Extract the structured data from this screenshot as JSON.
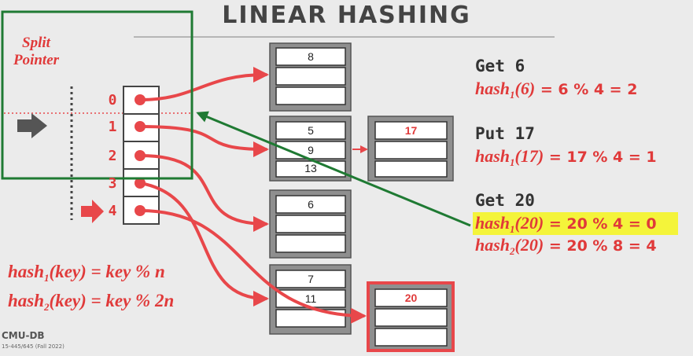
{
  "title": "LINEAR HASHING",
  "split_pointer_label": [
    "Split",
    "Pointer"
  ],
  "directory": {
    "slots": [
      "0",
      "1",
      "2",
      "3",
      "4"
    ]
  },
  "buckets": [
    {
      "values": [
        "8",
        "",
        ""
      ]
    },
    {
      "values": [
        "5",
        "9",
        "13"
      ]
    },
    {
      "values": [
        "17",
        "",
        ""
      ]
    },
    {
      "values": [
        "6",
        "",
        ""
      ]
    },
    {
      "values": [
        "7",
        "11",
        ""
      ]
    },
    {
      "values": [
        "20",
        "",
        ""
      ]
    }
  ],
  "operations": [
    {
      "op": "Get 6",
      "hash_name": "hash",
      "hash_sub": "1",
      "hash_arg": "(6)",
      "expr": " =  6 % 4 = 2"
    },
    {
      "op": "Put 17",
      "hash_name": "hash",
      "hash_sub": "1",
      "hash_arg": "(17)",
      "expr": " =  17 % 4 = 1"
    },
    {
      "op": "Get 20",
      "hash_name": "hash",
      "hash_sub": "1",
      "hash_arg": "(20)",
      "expr": " =  20 % 4 = 0"
    },
    {
      "op": "",
      "hash_name": "hash",
      "hash_sub": "2",
      "hash_arg": "(20)",
      "expr": " =  20 % 8 = 4"
    }
  ],
  "functions": [
    {
      "name": "hash",
      "sub": "1",
      "rest": "(key) = key % n"
    },
    {
      "name": "hash",
      "sub": "2",
      "rest": "(key) = key % 2n"
    }
  ],
  "footer": {
    "logo": "CMU-DB",
    "course": "15-445/645 (Fall 2022)"
  },
  "colors": {
    "red": "#e8474a",
    "green": "#1f7a33",
    "highlight": "#f4f43a",
    "bucket_frame": "#8f8f8f"
  }
}
